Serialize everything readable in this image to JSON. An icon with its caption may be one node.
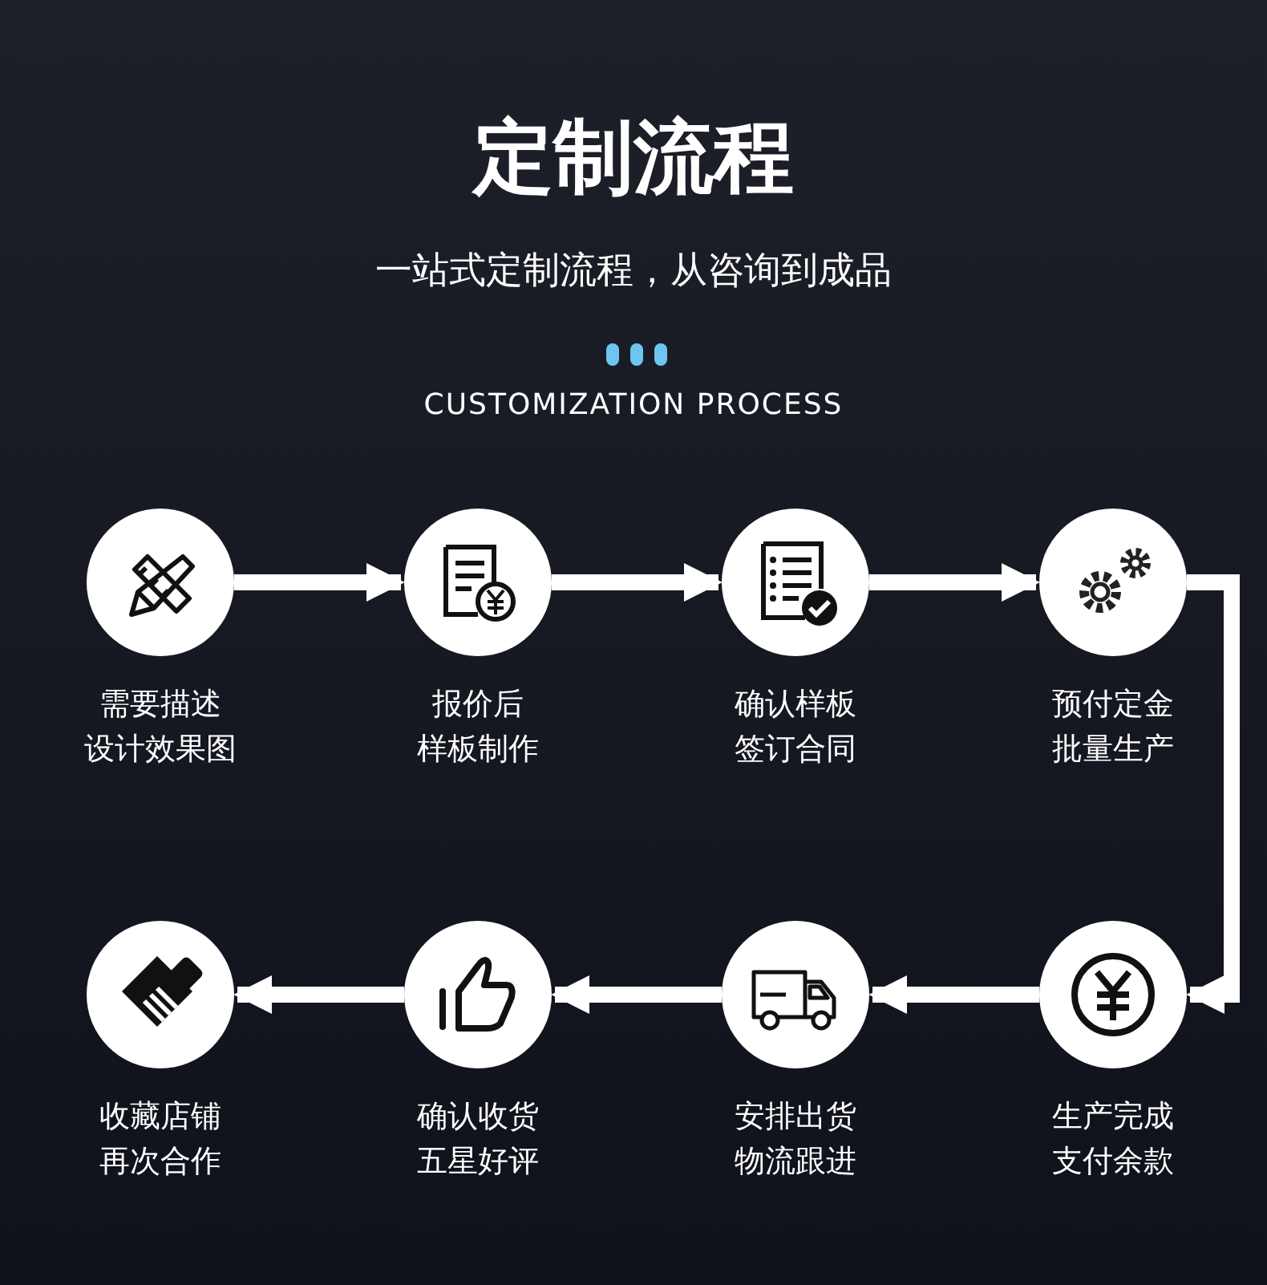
{
  "diagram": {
    "title": "定制流程",
    "nodes": [
      {
        "text": [],
        "shape": "circle",
        "beside": [
          "需要描述",
          "设计效果图"
        ]
      },
      {
        "text": [],
        "shape": "circle",
        "beside": [
          "报价后",
          "样板制作"
        ]
      },
      {
        "text": [],
        "shape": "circle",
        "beside": [
          "确认样板",
          "签订合同"
        ]
      },
      {
        "text": [],
        "shape": "circle",
        "beside": [
          "预付定金",
          "批量生产"
        ]
      },
      {
        "text": [],
        "shape": "circle",
        "beside": [
          "收藏店铺",
          "再次合作"
        ]
      },
      {
        "text": [],
        "shape": "circle",
        "beside": [
          "确认收货",
          "五星好评"
        ]
      },
      {
        "text": [],
        "shape": "circle",
        "beside": [
          "安排出货",
          "物流跟进"
        ]
      },
      {
        "text": [],
        "shape": "circle",
        "beside": [
          "生产完成",
          "支付余款"
        ]
      }
    ],
    "edges": [
      {
        "from": 0,
        "to": 1,
        "arrow": "to"
      },
      {
        "from": 1,
        "to": 2,
        "arrow": "to"
      },
      {
        "from": 2,
        "to": 3,
        "arrow": "to"
      },
      {
        "from": 3,
        "to": 7,
        "arrow": "to"
      },
      {
        "from": 7,
        "to": 6,
        "arrow": "to"
      },
      {
        "from": 6,
        "to": 5,
        "arrow": "to"
      },
      {
        "from": 5,
        "to": 4,
        "arrow": "to"
      }
    ],
    "labels": [
      "一站式定制流程，从咨询到成品",
      "CUSTOMIZATION PROCESS"
    ]
  }
}
